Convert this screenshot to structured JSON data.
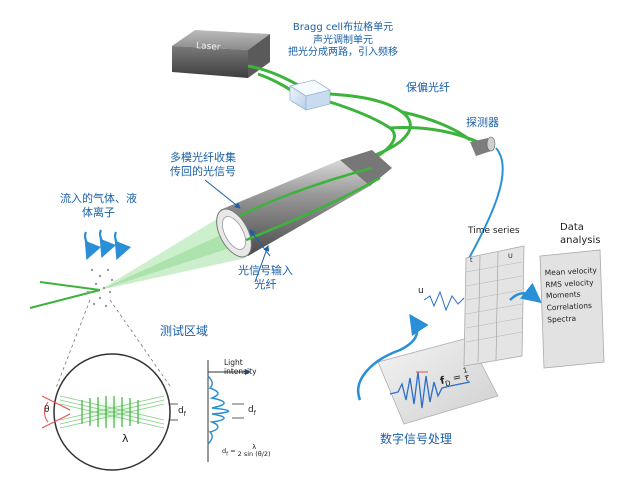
{
  "labels": {
    "laser": "Laser",
    "bragg": [
      "Bragg cell布拉格单元",
      "声光调制单元",
      "把光分成两路，引入频移"
    ],
    "polarizing_fiber": "保偏光纤",
    "detector": "探测器",
    "multimode_fiber": [
      "多模光纤收集",
      "传回的光信号"
    ],
    "incoming_fluid": [
      "流入的气体、液",
      "体离子"
    ],
    "input_fiber": [
      "光信号输入",
      "光纤"
    ],
    "test_zone": "测试区域",
    "dsp": "数字信号处理",
    "time_series": "Time series",
    "data_analysis": [
      "Data",
      "analysis"
    ],
    "analysis_items": [
      "Mean velocity",
      "RMS velocity",
      "Moments",
      "Correlations",
      "Spectra"
    ],
    "light_intensity": [
      "Light",
      "intensity"
    ],
    "theta": "θ",
    "lambda": "λ",
    "df": "d",
    "df_sub": "f",
    "df_formula_lhs": "d",
    "df_formula_num": "λ",
    "df_formula_den": "2 sin (θ/2)",
    "fd_formula": "f",
    "fd_sub": "D",
    "fd_rhs_num": "1",
    "fd_rhs_den": "t",
    "u_label": "u",
    "t_col": "t",
    "u_col": "U"
  },
  "colors": {
    "label_blue": "#1a5fa8",
    "fiber_green": "#3cb43c",
    "beam_green": "#6fcf6f",
    "arrow_blue": "#2a8fd6",
    "laser_box": "#6e6e6e",
    "probe_gray": "#8a8a8a"
  },
  "icons": {
    "laser": "laser-box",
    "bragg_cell": "bragg-cell-cube",
    "detector": "detector-cylinder",
    "probe": "optical-probe-head"
  }
}
